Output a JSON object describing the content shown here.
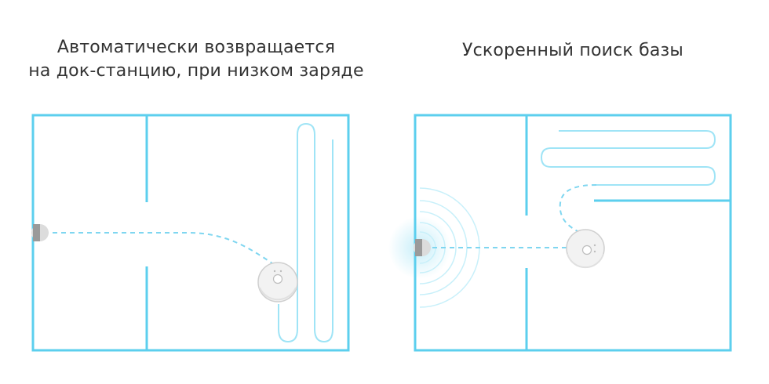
{
  "panels": [
    {
      "id": "low-battery-return",
      "caption_lines": [
        "Автоматически возвращается",
        "на док-станцию, при низком заряде"
      ]
    },
    {
      "id": "fast-base-search",
      "caption_lines": [
        "Ускоренный поиск базы"
      ]
    }
  ],
  "colors": {
    "wall": "#5ccfee",
    "path": "#9fe4f6",
    "dashed_path": "#7fd6f0",
    "signal_rings": "#c8f0fa",
    "robot_body": "#f2f2f2",
    "robot_outline": "#cfcfcf",
    "dock": "#b5b5b5",
    "text": "#333333"
  }
}
